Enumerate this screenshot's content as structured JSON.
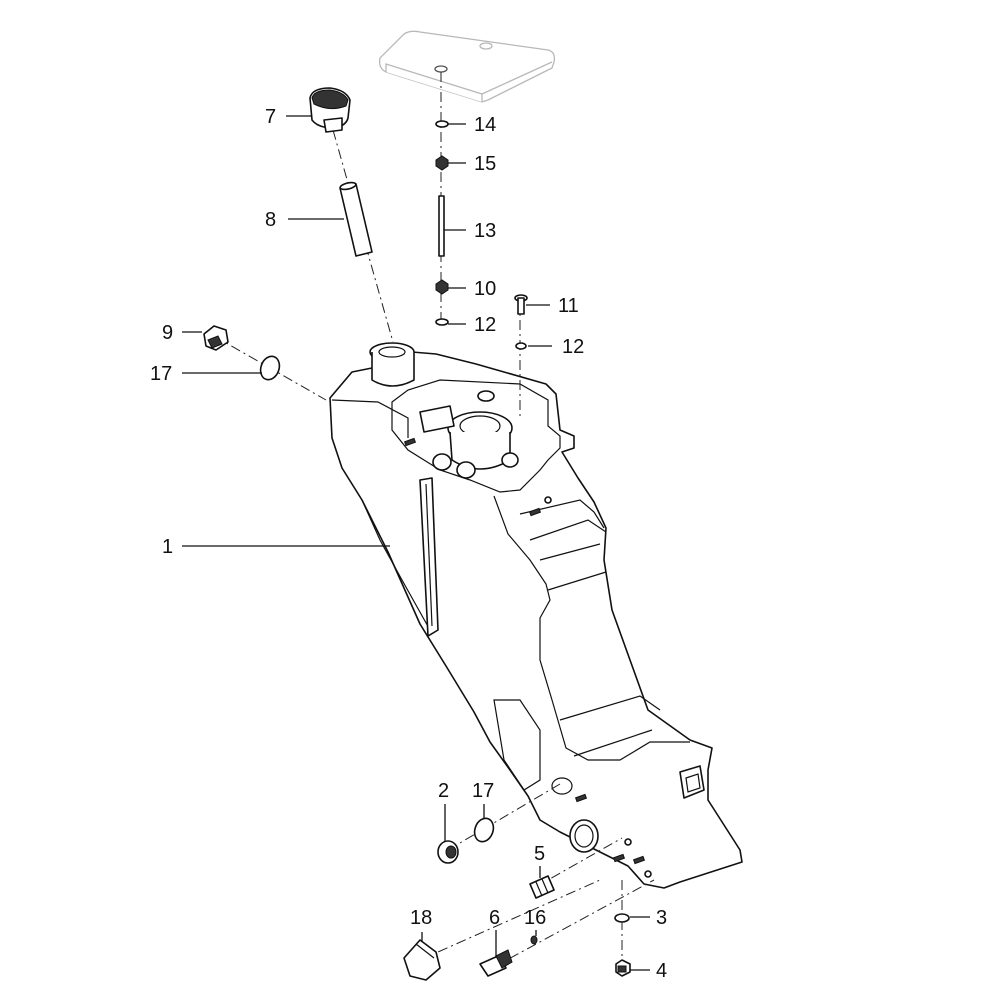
{
  "callouts": [
    {
      "id": "c1",
      "text": "1"
    },
    {
      "id": "c2",
      "text": "2"
    },
    {
      "id": "c3",
      "text": "3"
    },
    {
      "id": "c4",
      "text": "4"
    },
    {
      "id": "c5",
      "text": "5"
    },
    {
      "id": "c6",
      "text": "6"
    },
    {
      "id": "c7",
      "text": "7"
    },
    {
      "id": "c8",
      "text": "8"
    },
    {
      "id": "c9",
      "text": "9"
    },
    {
      "id": "c10",
      "text": "10"
    },
    {
      "id": "c11",
      "text": "11"
    },
    {
      "id": "c12a",
      "text": "12"
    },
    {
      "id": "c12b",
      "text": "12"
    },
    {
      "id": "c13",
      "text": "13"
    },
    {
      "id": "c14",
      "text": "14"
    },
    {
      "id": "c15",
      "text": "15"
    },
    {
      "id": "c16",
      "text": "16"
    },
    {
      "id": "c17a",
      "text": "17"
    },
    {
      "id": "c17b",
      "text": "17"
    },
    {
      "id": "c18",
      "text": "18"
    }
  ]
}
